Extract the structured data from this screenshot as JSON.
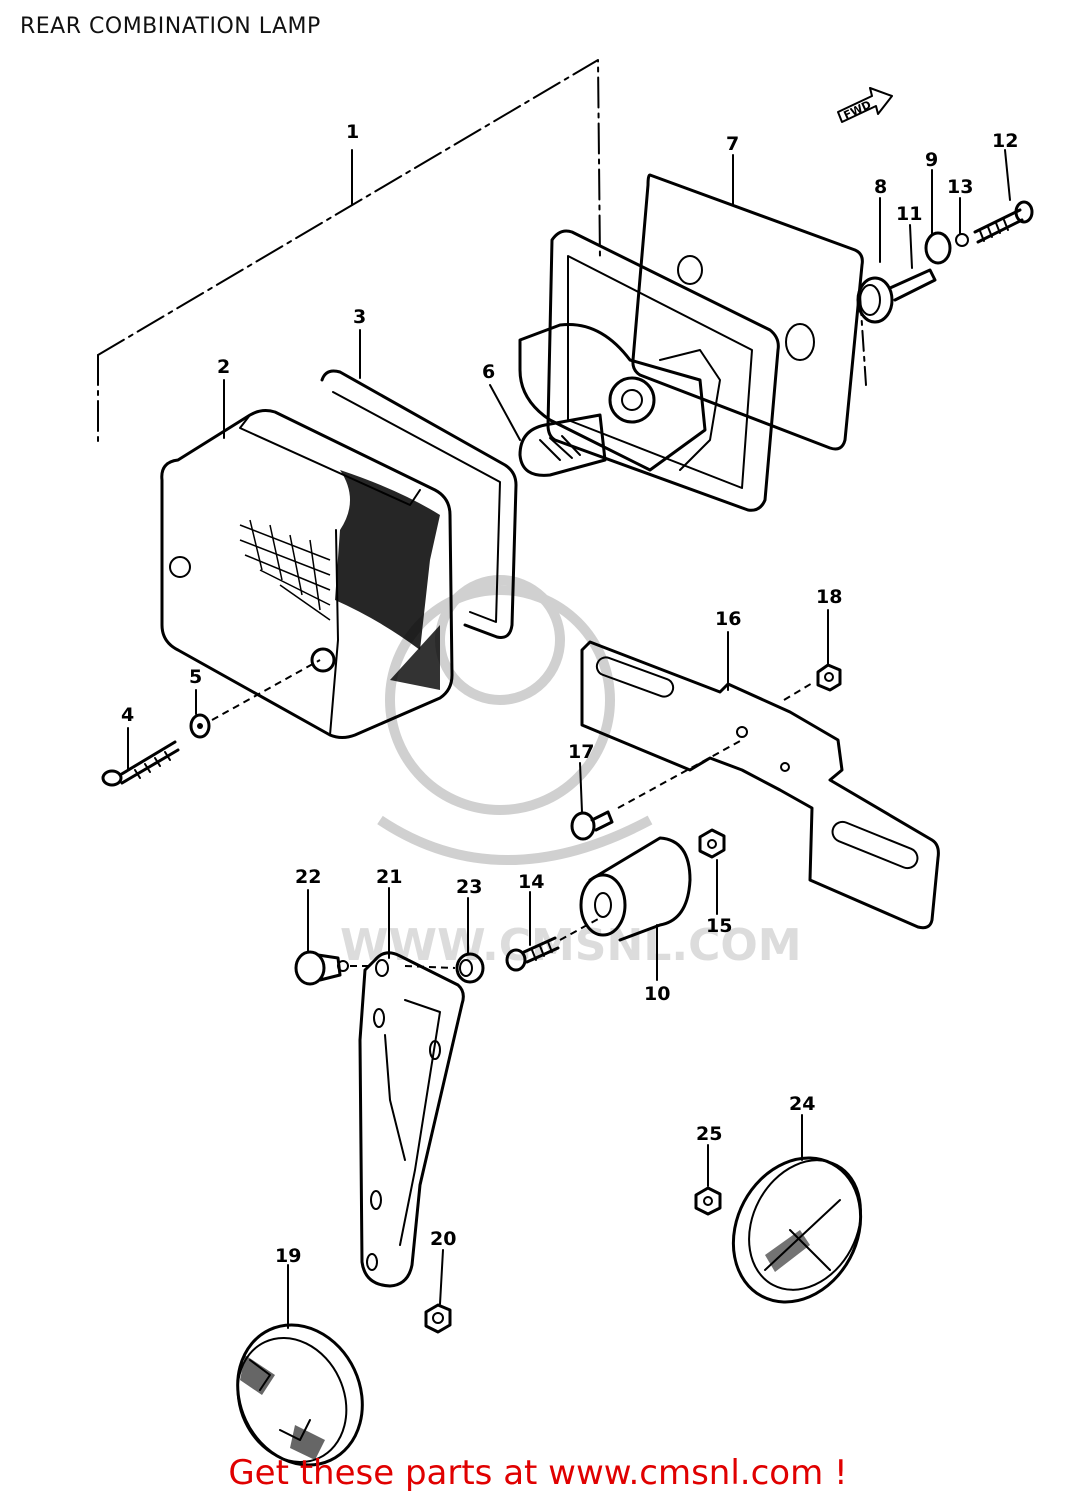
{
  "title": "REAR COMBINATION LAMP",
  "footer_link": "Get these parts at www.cmsnl.com !",
  "watermark": "WWW.CMSNL.COM",
  "fwd_label": "FWD",
  "callouts": [
    "1",
    "2",
    "3",
    "4",
    "5",
    "6",
    "7",
    "8",
    "9",
    "10",
    "11",
    "12",
    "13",
    "14",
    "15",
    "16",
    "17",
    "18",
    "19",
    "20",
    "21",
    "22",
    "23",
    "24",
    "25"
  ],
  "colors": {
    "footer": "#e00000",
    "ink": "#000000",
    "watermark": "#d0d0d0"
  }
}
